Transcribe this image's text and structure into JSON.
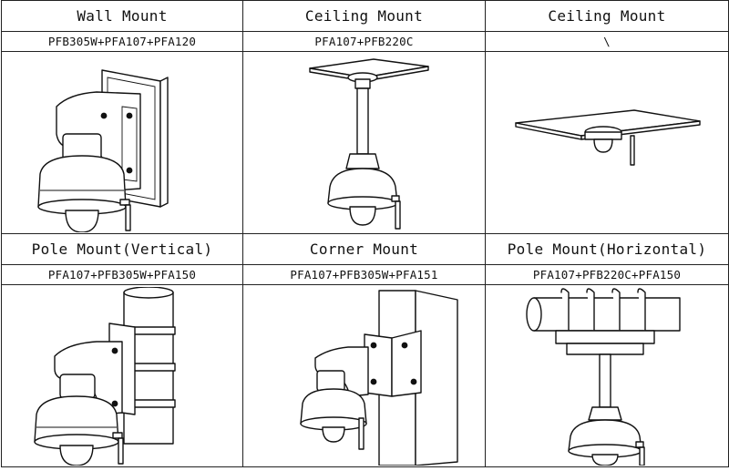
{
  "mounts": [
    {
      "title": "Wall Mount",
      "code": "PFB305W+PFA107+PFA120"
    },
    {
      "title": "Ceiling Mount",
      "code": "PFA107+PFB220C"
    },
    {
      "title": "Ceiling Mount",
      "code": "\\"
    },
    {
      "title": "Pole Mount(Vertical)",
      "code": "PFA107+PFB305W+PFA150"
    },
    {
      "title": "Corner Mount",
      "code": "PFA107+PFB305W+PFA151"
    },
    {
      "title": "Pole Mount(Horizontal)",
      "code": "PFA107+PFB220C+PFA150"
    }
  ]
}
